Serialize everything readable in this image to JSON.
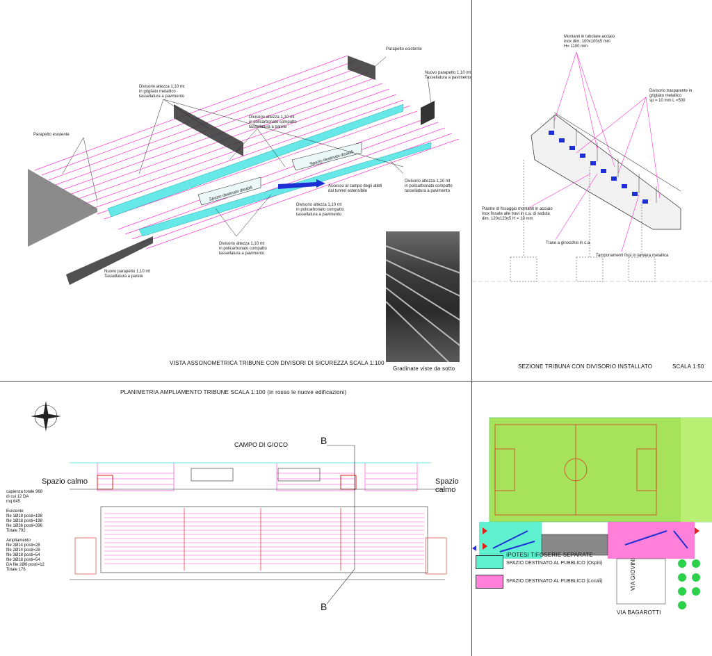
{
  "axon": {
    "title": "VISTA ASSONOMETRICA TRIBUNE CON DIVISORI DI SICUREZZA     SCALA 1:100",
    "photo_caption": "Gradinate viste da sotto",
    "labels": {
      "parapetto_top": "Parapetto esistente",
      "nuovo_parapetto_right": "Nuovo parapetto 1,10 mt\nTassellatura a pavimento",
      "divisorio_grigliato": "Divisorio altezza 1,10 mt\nin grigliato metallico\ntassellatura a pavimento",
      "divisorio_curved": "Divisorio altezza 1,10 mt\nin policarbonato compatto\ntassellatura a parete",
      "parapetto_left": "Parapetto esistente",
      "spazio_disabili_1": "Spazio destinato disabili",
      "spazio_disabili_2": "Spazio destinato disabili",
      "accesso": "Accesso al campo degli atleti\ndal tunnel estensibile",
      "divisorio_right": "Divisorio altezza 1,10 mt\nin policarbonato compatto\ntassellatura a pavimento",
      "divisorio_mid": "Divisorio altezza 1,10 mt\nin policarbonato compatto\ntassellatura a pavimento",
      "divisorio_bottom": "Divisorio altezza 1,10 mt\nin policarbonato compatto\ntassellatura a pavimento",
      "nuovo_parapetto_bottom": "Nuovo parapetto 1,10 mt\nTassellatura a parete"
    }
  },
  "section": {
    "title": "SEZIONE TRIBUNA CON DIVISORIO INSTALLATO",
    "scale": "SCALA 1:50",
    "labels": {
      "montanti": "Montanti in tubolare acciaio\ninox dim. 100x100x5 mm\nH= 1100 mm",
      "divisorio_trasparente": "Divisorio trasparente in\ngrigliato metallico\nsp = 10 mm  L =500",
      "piastre": "Piastre di fissaggio montanti in acciaio\ninox fissate alle travi in c.a. di seduta\ndim. 120x120x5     H = 10 mm",
      "trave": "Trave a ginocchio in c.a.",
      "tamponamenti": "Tamponamenti fissi in lamiera metallica"
    }
  },
  "plan": {
    "title": "PLANIMETRIA AMPLIAMENTO TRIBUNE    SCALA 1:100  (in rosso le nuove edificazioni)",
    "campo": "CAMPO DI GIOCO",
    "spazio_calmo_left": "Spazio calmo",
    "spazio_calmo_right": "Spazio calmo",
    "section_mark_top": "B",
    "section_mark_bottom": "B",
    "stats": "capienza totale 968\ndi cui 12 DA\nmq 645\n\nEsistente\nfile 1Ø18 posti=198\nfile 1Ø18 posti=198\nfile 1Ø36 posti=396\nTotale              792\n\nAmpliamento\nfile 2Ø14 posti=28\nfile 2Ø14 posti=28\nfile 3Ø18 posti=54\nfile 3Ø18 posti=54\nDA file 2Ø6 posti=12\nTotale              176"
  },
  "site": {
    "ipotesi": "IPOTESI TIFOSERIE SEPARATE",
    "legend": [
      {
        "label": "SPAZIO DESTINATO AL PUBBLICO (Ospiti)",
        "color": "#5ff0cf"
      },
      {
        "label": "SPAZIO DESTINATO AL PUBBLICO (Locali)",
        "color": "#ff7fd9"
      }
    ],
    "via_right": "VIA GIOVINI",
    "via_bottom": "VIA BAGAROTTI"
  },
  "colors": {
    "magenta": "#ff33cc",
    "cyan": "#66e8e8",
    "blue": "#1f2fd6",
    "field": "#a6e35a",
    "red": "#e0201b"
  }
}
